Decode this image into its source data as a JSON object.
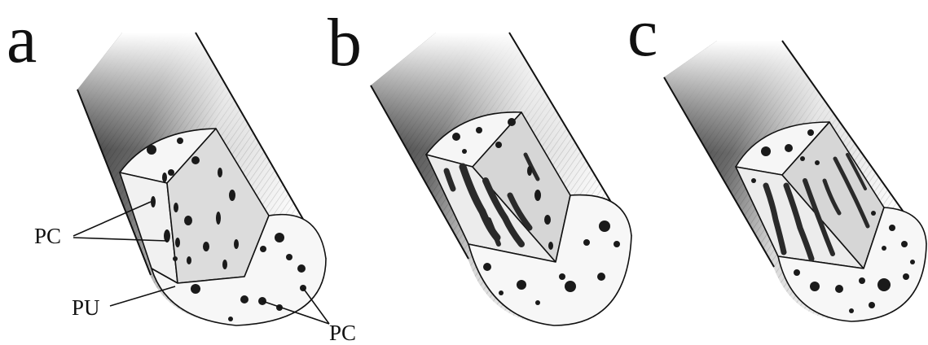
{
  "panels": [
    {
      "letter": "a",
      "morphology": "droplets"
    },
    {
      "letter": "b",
      "morphology": "short-fibrils"
    },
    {
      "letter": "c",
      "morphology": "long-fibrils"
    }
  ],
  "callouts": {
    "pc_left": "PC",
    "pu": "PU",
    "pc_right": "PC"
  },
  "colors": {
    "ink": "#111111",
    "shade_dark": "#2b2b2b",
    "shade_light": "#cfcfcf",
    "paper": "#ffffff"
  }
}
